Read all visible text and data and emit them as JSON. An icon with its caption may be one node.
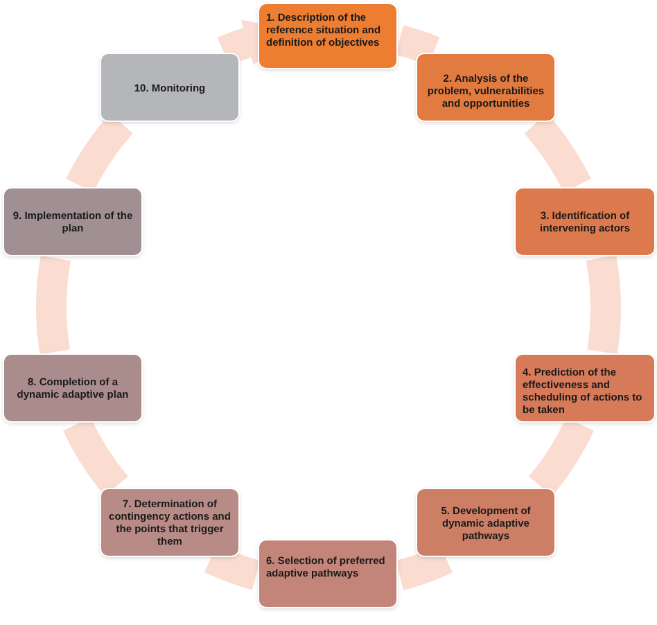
{
  "diagram": {
    "nodes": [
      {
        "text": [
          "1. Description of the reference situation and definition of objectives"
        ]
      },
      {
        "text": [
          "2. Analysis of the problem, vulnerabilities and opportunities"
        ]
      },
      {
        "text": [
          "3.  Identification of intervening actors"
        ]
      },
      {
        "text": [
          "4. Prediction of the effectiveness and scheduling of actions to be taken"
        ]
      },
      {
        "text": [
          "5. Development of dynamic adaptive pathways"
        ]
      },
      {
        "text": [
          "6. Selection of preferred adaptive pathways"
        ]
      },
      {
        "text": [
          "7. Determination of contingency actions and the points that trigger them"
        ]
      },
      {
        "text": [
          "8. Completion of a dynamic adaptive plan"
        ]
      },
      {
        "text": [
          "9. Implementation of the plan"
        ]
      },
      {
        "text": [
          "10. Monitoring"
        ]
      }
    ],
    "edges": [
      {
        "from": 0,
        "to": 1,
        "arrow": "none"
      },
      {
        "from": 1,
        "to": 2,
        "arrow": "none"
      },
      {
        "from": 2,
        "to": 3,
        "arrow": "none"
      },
      {
        "from": 3,
        "to": 4,
        "arrow": "none"
      },
      {
        "from": 4,
        "to": 5,
        "arrow": "none"
      },
      {
        "from": 5,
        "to": 6,
        "arrow": "none"
      },
      {
        "from": 6,
        "to": 7,
        "arrow": "none"
      },
      {
        "from": 7,
        "to": 8,
        "arrow": "none"
      },
      {
        "from": 8,
        "to": 9,
        "arrow": "none"
      },
      {
        "from": 9,
        "to": 0,
        "arrow": "to"
      }
    ]
  }
}
